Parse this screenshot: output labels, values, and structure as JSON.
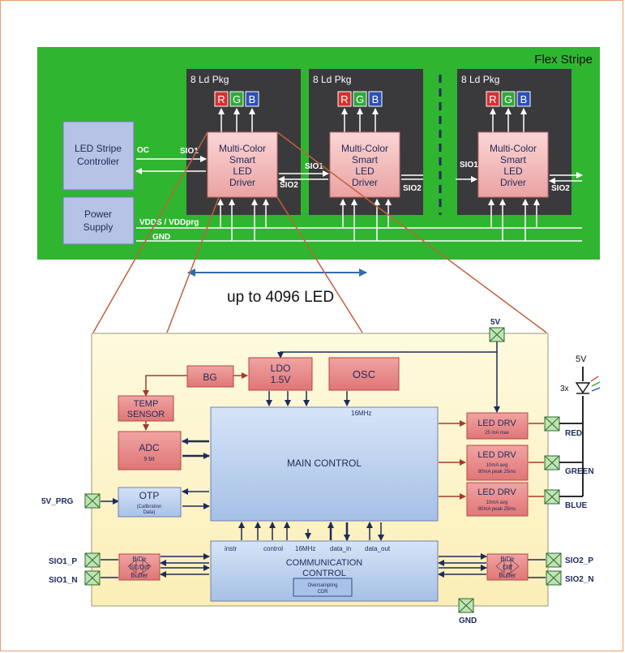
{
  "stripe": {
    "title": "Flex Stripe",
    "packages": [
      {
        "label": "8 Ld Pkg",
        "driver_lines": [
          "Multi-Color",
          "Smart",
          "LED",
          "Driver"
        ]
      },
      {
        "label": "8 Ld Pkg",
        "driver_lines": [
          "Multi-Color",
          "Smart",
          "LED",
          "Driver"
        ]
      },
      {
        "label": "8 Ld Pkg",
        "driver_lines": [
          "Multi-Color",
          "Smart",
          "LED",
          "Driver"
        ]
      }
    ],
    "rgb": [
      "R",
      "G",
      "B"
    ],
    "controller_lines": [
      "LED Stripe",
      "Controller"
    ],
    "power_lines": [
      "Power",
      "Supply"
    ],
    "oc_label": "OC",
    "sio1_label": "SIO1",
    "sio2_label": "SIO2",
    "vdd_label": "VDDS / VDDprg",
    "gnd_label": "GND",
    "span_label": "up to 4096 LED"
  },
  "chip": {
    "bg_label": "BG",
    "ldo_lines": [
      "LDO",
      "1.5V"
    ],
    "osc_label": "OSC",
    "temp_lines": [
      "TEMP",
      "SENSOR"
    ],
    "adc_label": "ADC",
    "adc_sub": "9 bit",
    "otp_label": "OTP",
    "otp_sub_lines": [
      "(Calibration",
      "Data)"
    ],
    "main_label": "MAIN CONTROL",
    "clk_label": "16MHz",
    "comm_lines": [
      "COMMUNICATION",
      "CONTROL"
    ],
    "comm_sub_lines": [
      "Oversampling",
      "CDR"
    ],
    "comm_signals": [
      "instr",
      "control",
      "16MHz",
      "data_in",
      "data_out"
    ],
    "led_drv": [
      {
        "label": "LED DRV",
        "sub_lines": [
          "25 mA max"
        ]
      },
      {
        "label": "LED DRV",
        "sub_lines": [
          "10mA avg",
          "80mA peak 25ms"
        ]
      },
      {
        "label": "LED DRV",
        "sub_lines": [
          "10mA avg",
          "80mA peak 25ms"
        ]
      }
    ],
    "bidir_left_lines": [
      "BiDir",
      "SE/Diff",
      "Buffer"
    ],
    "bidir_right_lines": [
      "BiDir",
      "Diff",
      "Buffer"
    ],
    "pins": {
      "v5": "5V",
      "v5_prg": "5V_PRG",
      "sio1_p": "SIO1_P",
      "sio1_n": "SIO1_N",
      "sio2_p": "SIO2_P",
      "sio2_n": "SIO2_N",
      "gnd": "GND",
      "red": "RED",
      "green": "GREEN",
      "blue": "BLUE"
    },
    "led_supply": "5V",
    "led_count": "3x"
  },
  "colors": {
    "stripe_green": "#2fb530",
    "package_dark": "#3a3a3c",
    "driver_pink": "#f2b9b9",
    "controller_blue": "#b7c3e6",
    "chip_yellow": "#fdf3c4",
    "block_red": "#e88080",
    "main_blue": "#bcd2ef",
    "pin_green": "#bfe3b3",
    "wire_dark_red": "#a53a2b",
    "wire_navy": "#1e2a5a",
    "span_arrow": "#2f6ea8",
    "zoom_line": "#c0623a"
  }
}
